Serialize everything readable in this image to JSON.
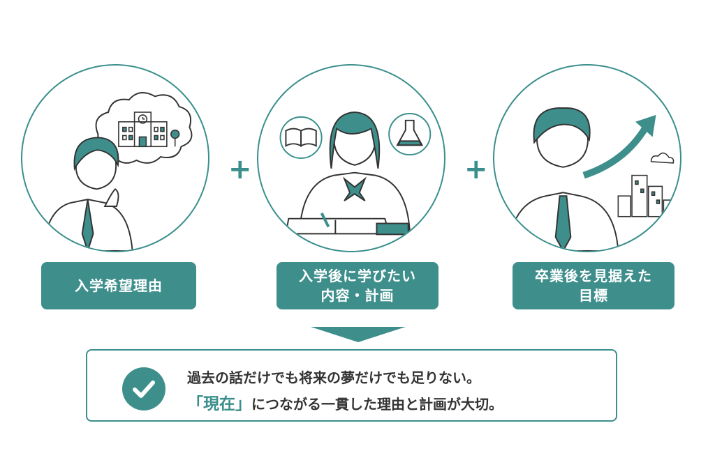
{
  "steps": [
    {
      "label_lines": [
        "入学希望理由"
      ]
    },
    {
      "label_lines": [
        "入学後に学びたい",
        "内容・計画"
      ]
    },
    {
      "label_lines": [
        "卒業後を見据えた",
        "目標"
      ]
    }
  ],
  "plus_sign": "+",
  "message": {
    "line1": "過去の話だけでも将来の夢だけでも足りない。",
    "highlight": "「現在」",
    "line2_rest": "につながる一貫した理由と計画が大切。"
  },
  "colors": {
    "accent": "#3e8f8c",
    "line": "#3a8f8c",
    "text": "#333333"
  },
  "icons": [
    "thought-bubble-school-icon",
    "book-icon",
    "flask-icon",
    "rising-arrow-icon",
    "check-icon"
  ]
}
